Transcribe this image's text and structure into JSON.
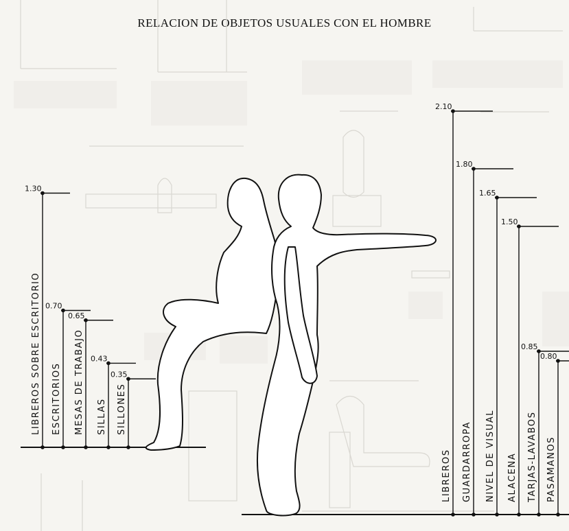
{
  "title": "RELACION DE OBJETOS USUALES CON EL HOMBRE",
  "left_group": [
    {
      "label": "LIBREROS SOBRE ESCRITORIO",
      "value": "1.30",
      "height_m": 1.3
    },
    {
      "label": "ESCRITORIOS",
      "value": "0.70",
      "height_m": 0.7
    },
    {
      "label": "MESAS DE TRABAJO",
      "value": "0.65",
      "height_m": 0.65
    },
    {
      "label": "SILLAS",
      "value": "0.43",
      "height_m": 0.43
    },
    {
      "label": "SILLONES",
      "value": "0.35",
      "height_m": 0.35
    }
  ],
  "right_group": [
    {
      "label": "LIBREROS",
      "value": "2.10",
      "height_m": 2.1
    },
    {
      "label": "GUARDARROPA",
      "value": "1.80",
      "height_m": 1.8
    },
    {
      "label": "NIVEL DE VISUAL",
      "value": "1.65",
      "height_m": 1.65
    },
    {
      "label": "ALACENA",
      "value": "1.50",
      "height_m": 1.5
    },
    {
      "label": "TARJAS-LAVABOS",
      "value": "0.85",
      "height_m": 0.85
    },
    {
      "label": "PASAMANOS",
      "value": "0.80",
      "height_m": 0.8
    }
  ]
}
